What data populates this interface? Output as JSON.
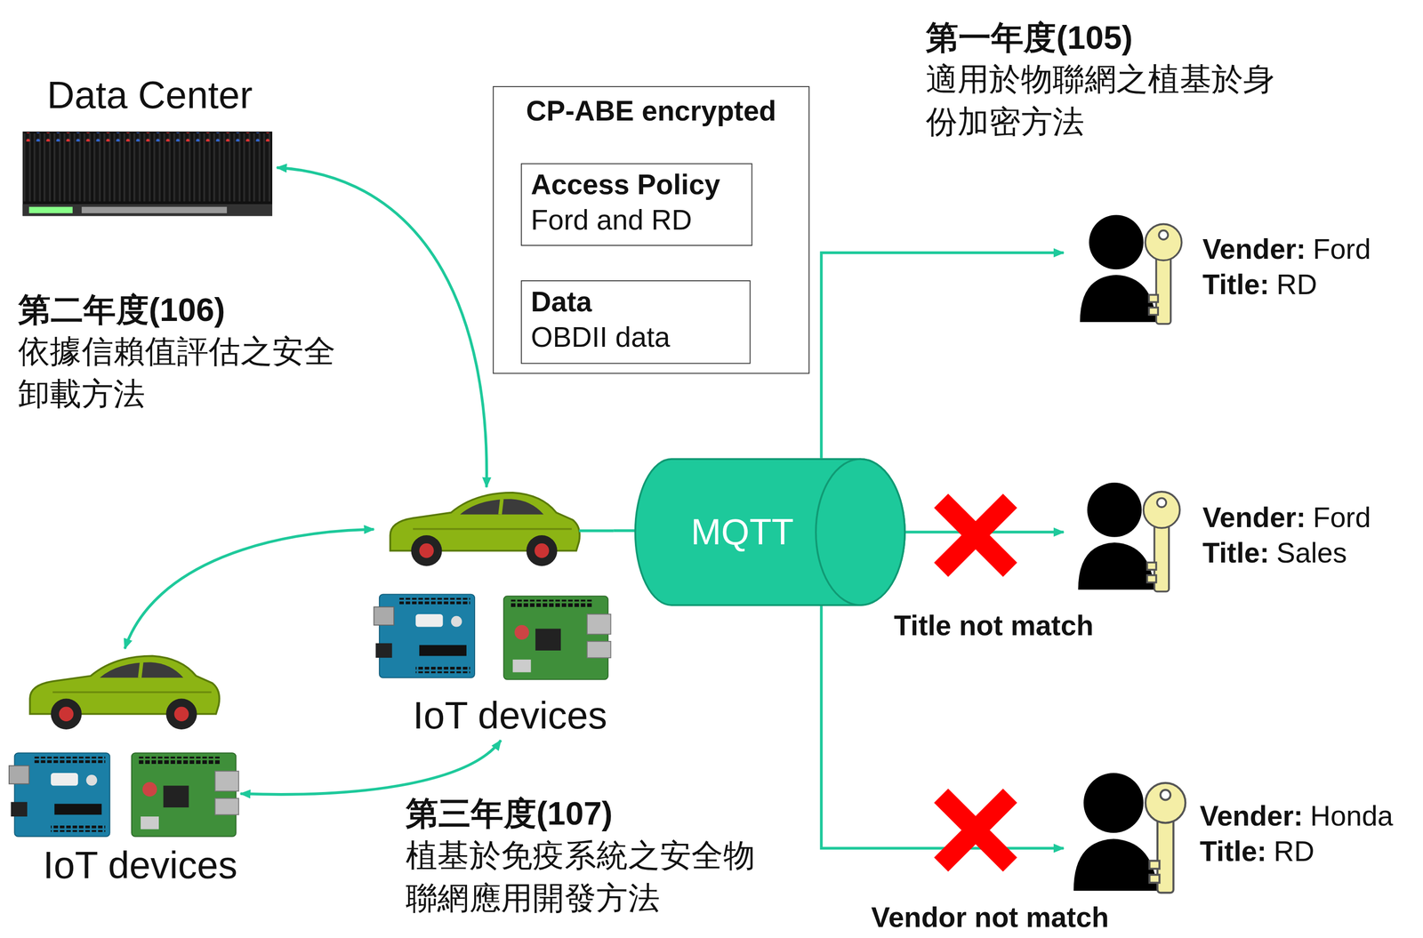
{
  "diagram": {
    "nodes": [
      {
        "text": [
          "Data Center"
        ]
      },
      {
        "text": [
          "CP-ABE encrypted"
        ]
      },
      {
        "text": [
          "Access Policy",
          "Ford and RD"
        ],
        "in": 1
      },
      {
        "text": [
          "Data",
          "OBDII data"
        ],
        "in": 1
      },
      {
        "text": [
          "IoT devices"
        ]
      },
      {
        "text": [
          "MQTT"
        ]
      },
      {
        "text": [
          "Vender:",
          "Ford",
          "Title:",
          "RD"
        ]
      },
      {
        "text": [
          "Vender:",
          "Ford",
          "Title:",
          "Sales"
        ]
      },
      {
        "text": [
          "IoT devices"
        ]
      },
      {
        "text": [
          "Vender:",
          "Honda",
          "Title:",
          "RD"
        ]
      }
    ],
    "edges": [
      {
        "from": 0,
        "to": 4,
        "arrow": "both"
      },
      {
        "from": 4,
        "to": 8,
        "arrow": "both"
      },
      {
        "from": 8,
        "to": 4,
        "arrow": "both"
      },
      {
        "from": 4,
        "to": 5,
        "arrow": "none"
      },
      {
        "from": 5,
        "to": 6,
        "arrow": "to"
      },
      {
        "from": 5,
        "to": 7,
        "label": "Title not match",
        "arrow": "to"
      },
      {
        "from": 5,
        "to": 9,
        "label": "Vendor not match",
        "arrow": "to"
      }
    ],
    "labels": [
      "第一年度(105)",
      "適用於物聯網之植基於身份加密方法",
      "第二年度(106)",
      "依據信賴值評估之安全卸載方法",
      "第三年度(107)",
      "植基於免疫系統之安全物聯網應用開發方法"
    ]
  }
}
